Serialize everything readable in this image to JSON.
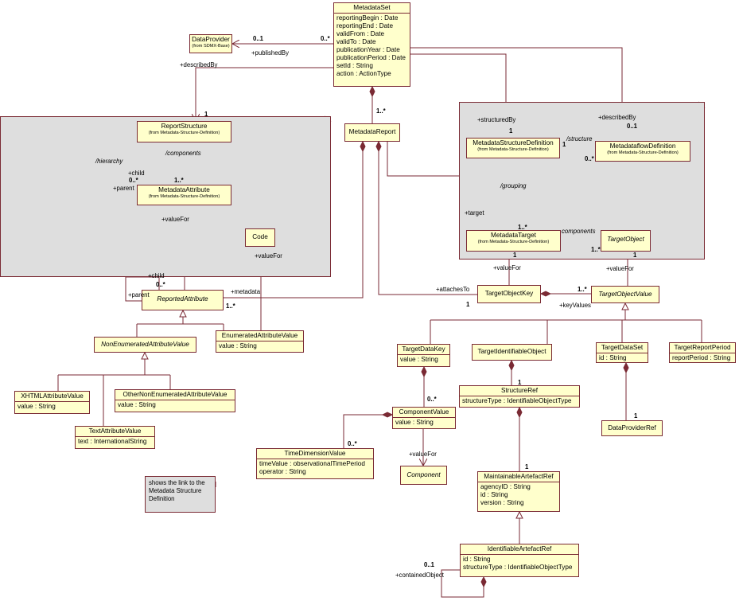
{
  "classes": {
    "metadata_set": {
      "name": "MetadataSet",
      "attrs": [
        "reportingBegin : Date",
        "reportingEnd : Date",
        "validFrom : Date",
        "validTo : Date",
        "publicationYear : Date",
        "publicationPeriod : Date",
        "setId : String",
        "action : ActionType"
      ]
    },
    "data_provider": {
      "name": "DataProvider",
      "sub": "(from SDMX-Base)"
    },
    "report_structure": {
      "name": "ReportStructure",
      "sub": "(from Metadata-Structure-Definition)"
    },
    "metadata_attribute": {
      "name": "MetadataAttribute",
      "sub": "(from Metadata-Structure-Definition)"
    },
    "metadata_report": {
      "name": "MetadataReport"
    },
    "code": {
      "name": "Code"
    },
    "reported_attribute": {
      "name": "ReportedAttribute"
    },
    "non_enumerated_attribute_value": {
      "name": "NonEnumeratedAttributeValue"
    },
    "enumerated_attribute_value": {
      "name": "EnumeratedAttributeValue",
      "attrs": [
        "value : String"
      ]
    },
    "xhtml_attribute_value": {
      "name": "XHTMLAttributeValue",
      "attrs": [
        "value : String"
      ]
    },
    "other_non_enumerated_attribute_value": {
      "name": "OtherNonEnumeratedAttributeValue",
      "attrs": [
        "value : String"
      ]
    },
    "text_attribute_value": {
      "name": "TextAttributeValue",
      "attrs": [
        "text : InternationalString"
      ]
    },
    "metadata_structure_definition": {
      "name": "MetadataStructureDefinition",
      "sub": "(from Metadata-Structure-Definition)"
    },
    "metadataflow_definition": {
      "name": "MetadataflowDefinition",
      "sub": "(from Metadata-Structure-Definition)"
    },
    "metadata_target": {
      "name": "MetadataTarget",
      "sub": "(from Metadata-Structure-Definition)"
    },
    "target_object": {
      "name": "TargetObject"
    },
    "target_object_key": {
      "name": "TargetObjectKey"
    },
    "target_object_value": {
      "name": "TargetObjectValue"
    },
    "target_data_key": {
      "name": "TargetDataKey",
      "attrs": [
        "value : String"
      ]
    },
    "target_identifiable_object": {
      "name": "TargetIdentifiableObject"
    },
    "target_data_set": {
      "name": "TargetDataSet",
      "attrs": [
        "id : String"
      ]
    },
    "target_report_period": {
      "name": "TargetReportPeriod",
      "attrs": [
        "reportPeriod : String"
      ]
    },
    "structure_ref": {
      "name": "StructureRef",
      "attrs": [
        "structureType : IdentifiableObjectType"
      ]
    },
    "component_value": {
      "name": "ComponentValue",
      "attrs": [
        "value : String"
      ]
    },
    "time_dimension_value": {
      "name": "TimeDimensionValue",
      "attrs": [
        "timeValue : observationalTimePeriod",
        "operator : String"
      ]
    },
    "component": {
      "name": "Component"
    },
    "data_provider_ref": {
      "name": "DataProviderRef"
    },
    "maintainable_artefact_ref": {
      "name": "MaintainableArtefactRef",
      "attrs": [
        "agencyID : String",
        "id : String",
        "version : String"
      ]
    },
    "identifiable_artefact_ref": {
      "name": "IdentifiableArtefactRef",
      "attrs": [
        "id : String",
        "structureType : IdentifiableObjectType"
      ]
    }
  },
  "note": "shows the link to the Metadata Structure Definition",
  "labels": {
    "mult_0_1_dp": "0..1",
    "mult_0_star_ms": "0..*",
    "published_by": "+publishedBy",
    "described_by_left": "+describedBy",
    "mult_1_rs": "1",
    "mult_1_star_mr": "1..*",
    "components_rs": "/components",
    "hierarchy": "/hierarchy",
    "child_ma": "+child",
    "mult_0_star_ma": "0..*",
    "parent_ma": "+parent",
    "mult_1_star_ma": "1..*",
    "value_for_ra": "+valueFor",
    "value_for_code": "+valueFor",
    "child_ra": "+child",
    "mult_0_star_ra": "0..*",
    "parent_ra": "+parent",
    "metadata": "+metadata",
    "mult_1_star_ra": "1..*",
    "structured_by": "+structuredBy",
    "mult_1_msd": "1",
    "described_by_right": "+describedBy",
    "mult_0_1_mfd": "0..1",
    "structure": "/structure",
    "mult_1_msd2": "1",
    "mult_0_star_mfd": "0..*",
    "grouping": "/grouping",
    "target": "+target",
    "mult_1_star_mt": "1..*",
    "components_to": "components",
    "mult_1_star_to": "1..*",
    "mult_1_mt": "1",
    "value_for_tok": "+valueFor",
    "value_for_tov": "+valueFor",
    "mult_1_to": "1",
    "attaches_to": "+attachesTo",
    "mult_1_tok": "1",
    "mult_1_star_tov": "1..*",
    "key_values": "+keyValues",
    "mult_0_star_cv": "0..*",
    "mult_1_sr": "1",
    "mult_1_dpr": "1",
    "mult_0_star_tdv": "0..*",
    "value_for_cv": "+valueFor",
    "mult_1_mar": "1",
    "mult_0_1_iar": "0..1",
    "contained_object": "+containedObject"
  }
}
